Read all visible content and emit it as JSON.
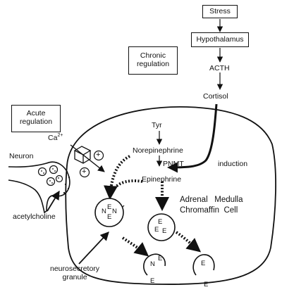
{
  "hpa": {
    "stress": "Stress",
    "hypothalamus": "Hypothalamus",
    "acth": "ACTH",
    "cortisol": "Cortisol"
  },
  "chronic_regulation": [
    "Chronic",
    "regulation"
  ],
  "acute_regulation": [
    "Acute",
    "regulation"
  ],
  "calcium": {
    "base": "Ca",
    "charge": "2+"
  },
  "plus_sign": "+",
  "neuron": "Neuron",
  "acetylcholine": "acetylcholine",
  "pathway": {
    "tyr": "Tyr",
    "norepinephrine": "Norepinephrine",
    "pnmt": "PNMT",
    "epinephrine": "Epinephrine",
    "induction": "induction"
  },
  "cell": {
    "row1": [
      "Adrenal",
      "Medulla"
    ],
    "row2": [
      "Chromaffin",
      "Cell"
    ]
  },
  "granule_label": [
    "neurosecretory",
    "granule"
  ],
  "granule_letters": {
    "n": "N",
    "e": "E"
  }
}
